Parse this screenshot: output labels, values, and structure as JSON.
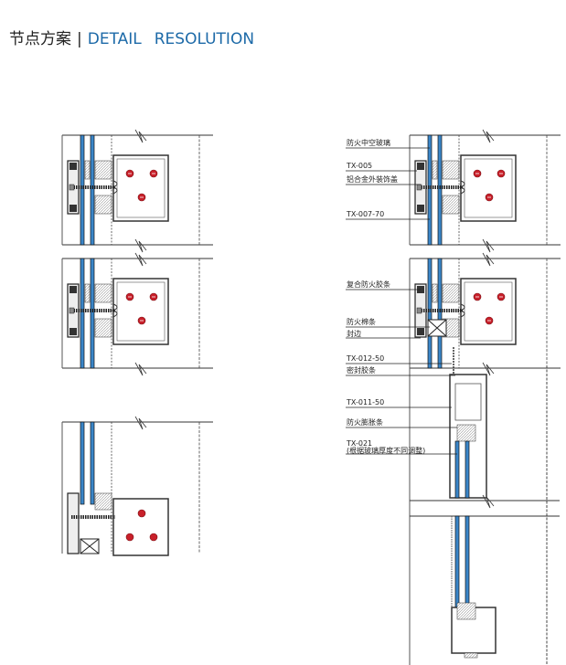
{
  "header": {
    "title_cn": "节点方案",
    "separator": "|",
    "title_en_1": "DETAIL",
    "title_en_2": "RESOLUTION"
  },
  "labels": [
    "防火中空玻璃",
    "TX-005",
    "铝合金外装饰盖",
    "TX-007-70",
    "复合防火胶条",
    "防火棉条",
    "封边",
    "TX-012-50",
    "密封胶条",
    "TX-011-50",
    "防火膨胀条",
    "TX-021",
    "(根据玻璃厚度不同调整)"
  ],
  "colors": {
    "accent": "#1d6aa8",
    "glass": "#3a86c8",
    "bolt": "#c8202a"
  }
}
